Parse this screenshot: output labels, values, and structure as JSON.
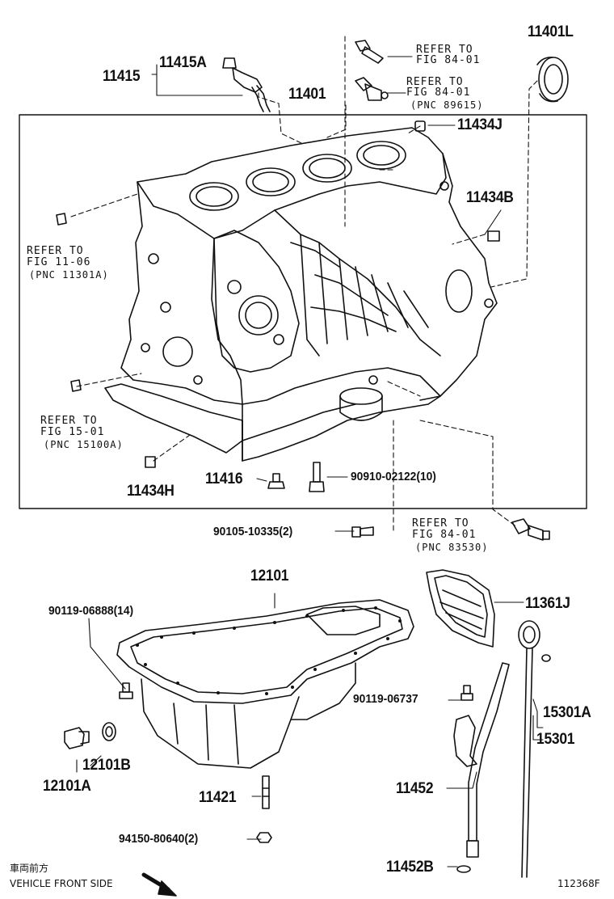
{
  "labels": {
    "p11401L": "11401L",
    "p11415A": "11415A",
    "p11415": "11415",
    "p11401": "11401",
    "p11434J": "11434J",
    "p11434B": "11434B",
    "p11434H": "11434H",
    "p11416": "11416",
    "p90910": "90910-02122(10)",
    "p90105": "90105-10335(2)",
    "p12101": "12101",
    "p90119a": "90119-06888(14)",
    "p11361J": "11361J",
    "p90119b": "90119-06737",
    "p15301A": "15301A",
    "p15301": "15301",
    "p12101B": "12101B",
    "p12101A": "12101A",
    "p11421": "11421",
    "p11452": "11452",
    "p94150": "94150-80640(2)",
    "p11452B": "11452B"
  },
  "refs": {
    "r1_a": "REFER TO",
    "r1_b": "FIG 84-01",
    "r2_a": "REFER TO",
    "r2_b": "FIG 84-01",
    "r2_c": "(PNC 89615)",
    "r3_a": "REFER TO",
    "r3_b": "FIG 11-06",
    "r3_c": "(PNC 11301A)",
    "r4_a": "REFER TO",
    "r4_b": "FIG 15-01",
    "r4_c": "(PNC 15100A)",
    "r5_a": "REFER TO",
    "r5_b": "FIG 84-01",
    "r5_c": "(PNC 83530)"
  },
  "footer": {
    "jp": "車両前方",
    "en": "VEHICLE FRONT SIDE",
    "code": "112368F"
  }
}
